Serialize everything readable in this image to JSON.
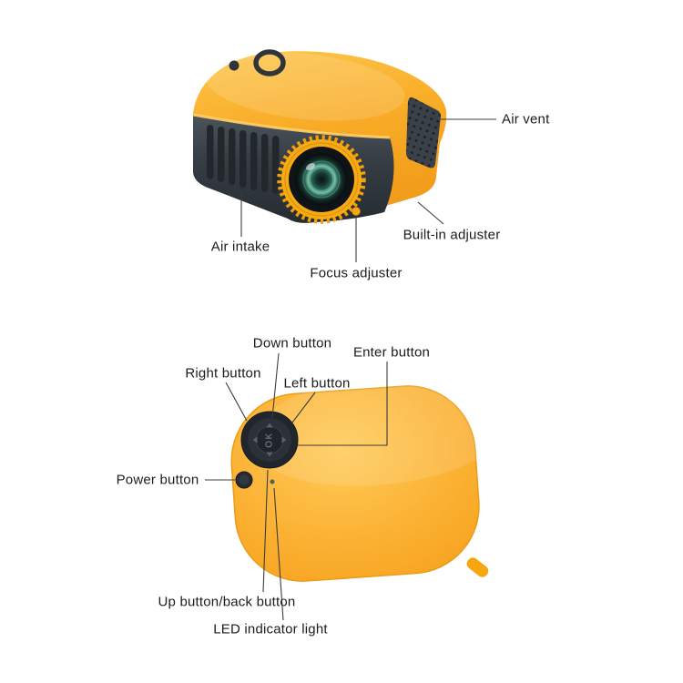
{
  "colors": {
    "background": "#ffffff",
    "body_orange": "#f9a825",
    "body_yellow_light": "#ffc64d",
    "dark_panel": "#343b42",
    "accent_ring": "#f6a70f",
    "leader_line": "#3c3c3c",
    "label_text": "#1c1c1c"
  },
  "front_view": {
    "labels": {
      "air_vent": "Air vent",
      "air_intake": "Air intake",
      "focus_adjuster": "Focus adjuster",
      "built_in_adjuster": "Built-in adjuster"
    }
  },
  "top_view": {
    "dial_center_text": "OK",
    "labels": {
      "down_button": "Down button",
      "enter_button": "Enter button",
      "right_button": "Right button",
      "left_button": "Left button",
      "power_button": "Power button",
      "up_back_button": "Up button/back button",
      "led_indicator_light": "LED indicator light"
    }
  }
}
